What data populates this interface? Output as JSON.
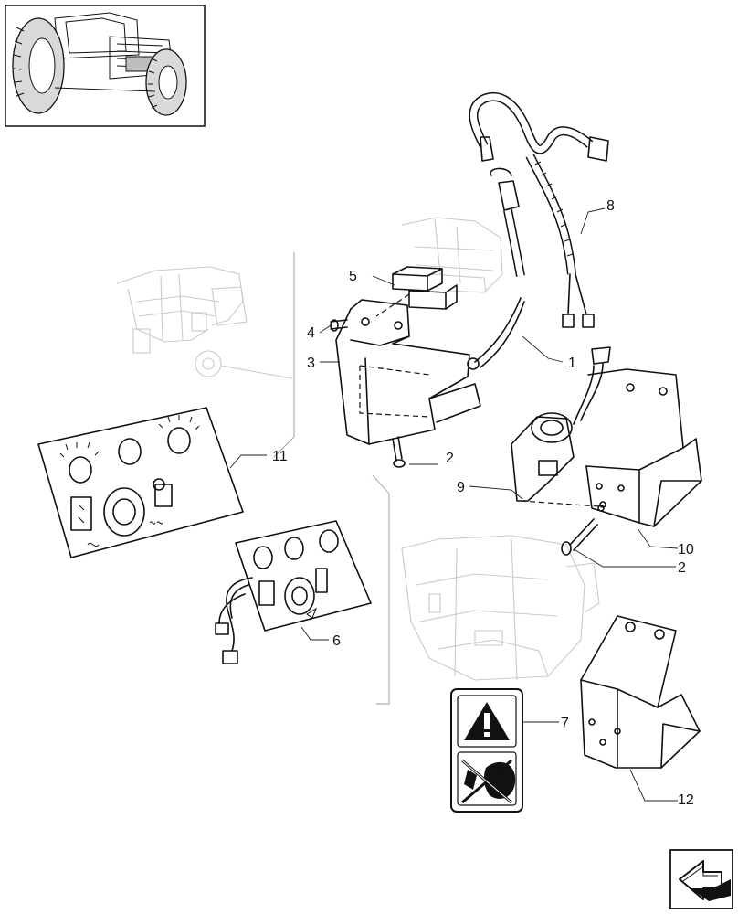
{
  "callouts": {
    "c1": "1",
    "c2a": "2",
    "c2b": "2",
    "c3": "3",
    "c4": "4",
    "c5": "5",
    "c6": "6",
    "c7": "7",
    "c8": "8",
    "c9": "9",
    "c10": "10",
    "c11": "11",
    "c12": "12"
  },
  "icons": {
    "nav": "next-page-arrow-icon",
    "warning": "warning-triangle-icon",
    "no_hearing": "no-hearing-protection-icon"
  },
  "colors": {
    "ink": "#111111",
    "ghost": "#c4cbd3",
    "background": "#ffffff"
  }
}
